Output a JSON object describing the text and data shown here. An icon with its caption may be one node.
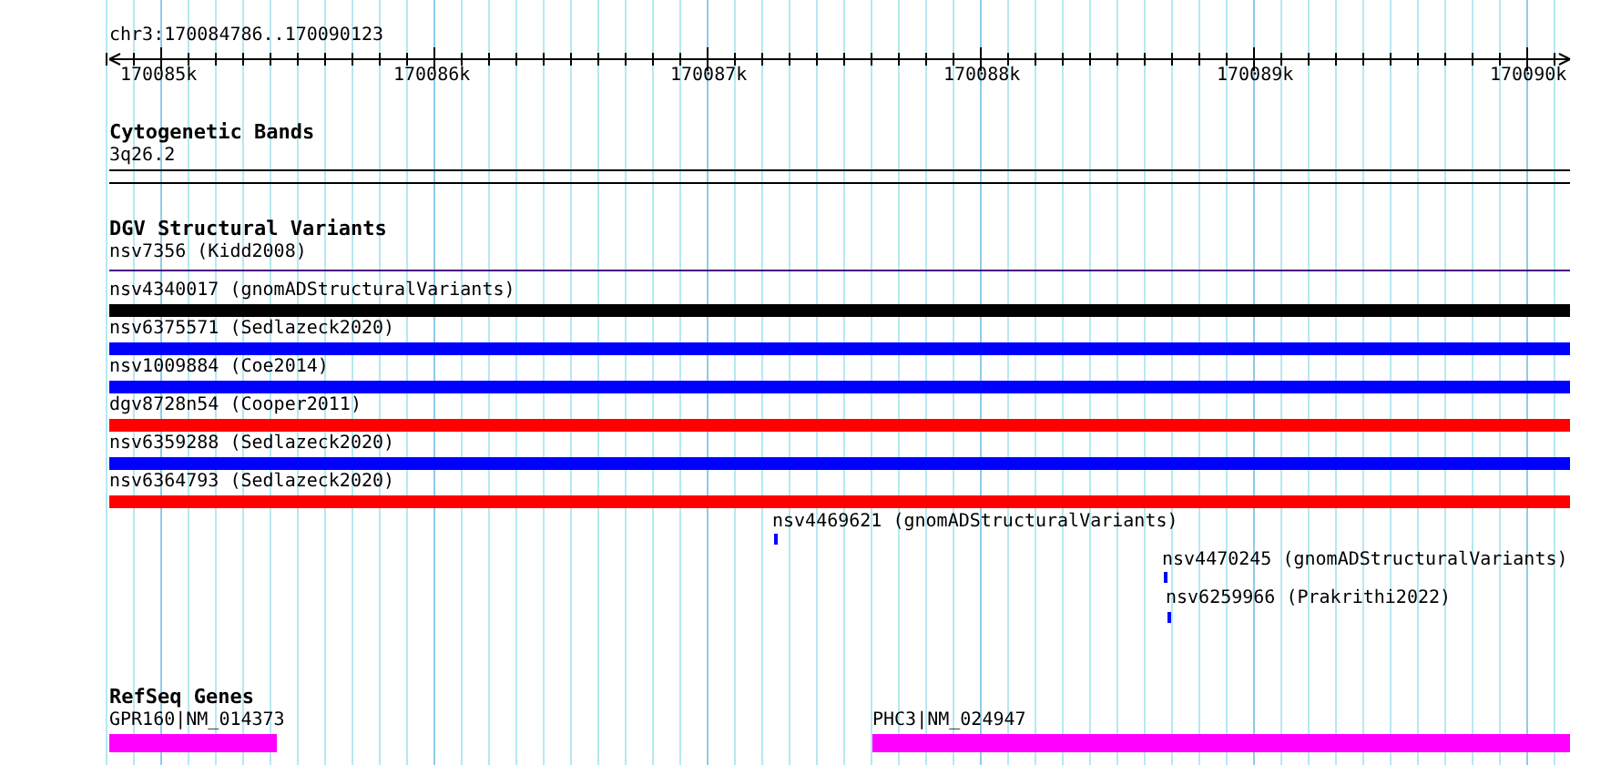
{
  "diagram": {
    "title": "chr3:170084786..170090123",
    "nodes": [
      {
        "text": [
          "3q26.2"
        ]
      },
      {
        "text": [
          "nsv7356 (Kidd2008)"
        ]
      },
      {
        "text": [
          "nsv4340017 (gnomADStructuralVariants)"
        ]
      },
      {
        "text": [
          "nsv6375571 (Sedlazeck2020)"
        ]
      },
      {
        "text": [
          "nsv1009884 (Coe2014)"
        ]
      },
      {
        "text": [
          "dgv8728n54 (Cooper2011)"
        ]
      },
      {
        "text": [
          "nsv6359288 (Sedlazeck2020)"
        ]
      },
      {
        "text": [
          "nsv6364793 (Sedlazeck2020)"
        ]
      },
      {
        "text": [
          "nsv4469621 (gnomADStructuralVariants)"
        ]
      },
      {
        "text": [
          "nsv4470245 (gnomADStructuralVariants)"
        ]
      },
      {
        "text": [
          "nsv6259966 (Prakrithi2022)"
        ]
      },
      {
        "text": [
          "GPR160|NM_014373"
        ]
      },
      {
        "text": [
          "PHC3|NM_024947"
        ]
      }
    ],
    "labels": [
      "170085k",
      "170086k",
      "170087k",
      "170088k",
      "170089k",
      "170090k",
      "Cytogenetic Bands",
      "DGV Structural Variants",
      "RefSeq Genes"
    ]
  }
}
